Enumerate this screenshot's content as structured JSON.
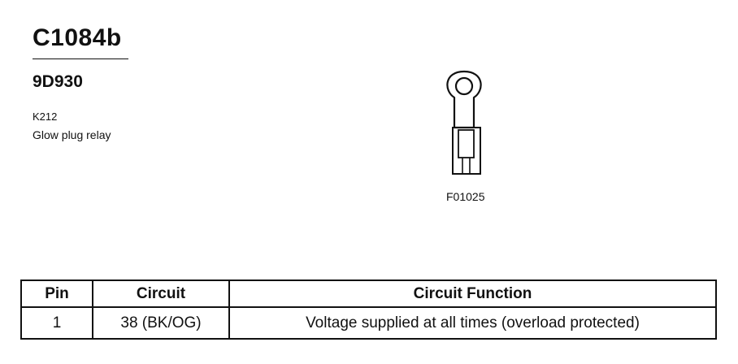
{
  "header": {
    "connector_id": "C1084b",
    "part_number": "9D930",
    "component_code": "K212",
    "component_description": "Glow plug relay"
  },
  "figure": {
    "code": "F01025",
    "icon": "ring-terminal-icon"
  },
  "pinout_table": {
    "columns": [
      "Pin",
      "Circuit",
      "Circuit Function"
    ],
    "rows": [
      {
        "pin": "1",
        "circuit": "38 (BK/OG)",
        "function": "Voltage supplied at all times (overload protected)"
      }
    ]
  }
}
